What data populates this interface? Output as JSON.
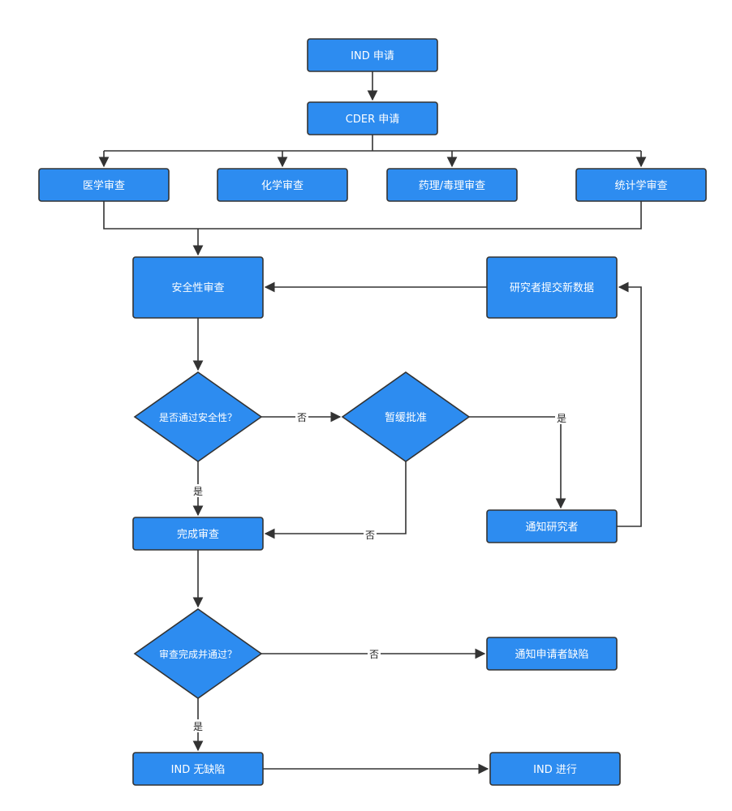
{
  "nodes": {
    "ind_apply": "IND 申请",
    "cder_apply": "CDER 申请",
    "medical_review": "医学审查",
    "chem_review": "化学审查",
    "pharm_review": "药理/毒理审查",
    "stat_review": "统计学审查",
    "safety_review": "安全性审查",
    "researcher_submit": "研究者提交新数据",
    "safety_pass_q": "是否通过安全性？",
    "suspend_approval": "暂缓批准",
    "complete_review": "完成审查",
    "notify_researcher": "通知研究者",
    "review_pass_q": "审查完成并通过？",
    "notify_defect": "通知申请者缺陷",
    "ind_no_defect": "IND 无缺陷",
    "ind_proceed": "IND 进行"
  },
  "edge_labels": {
    "safety_no": "否",
    "safety_yes": "是",
    "suspend_yes": "是",
    "suspend_no": "否",
    "review_no": "否",
    "review_yes": "是"
  },
  "colors": {
    "node_fill": "#2d8cf0",
    "stroke": "#333333",
    "node_text": "#ffffff"
  }
}
